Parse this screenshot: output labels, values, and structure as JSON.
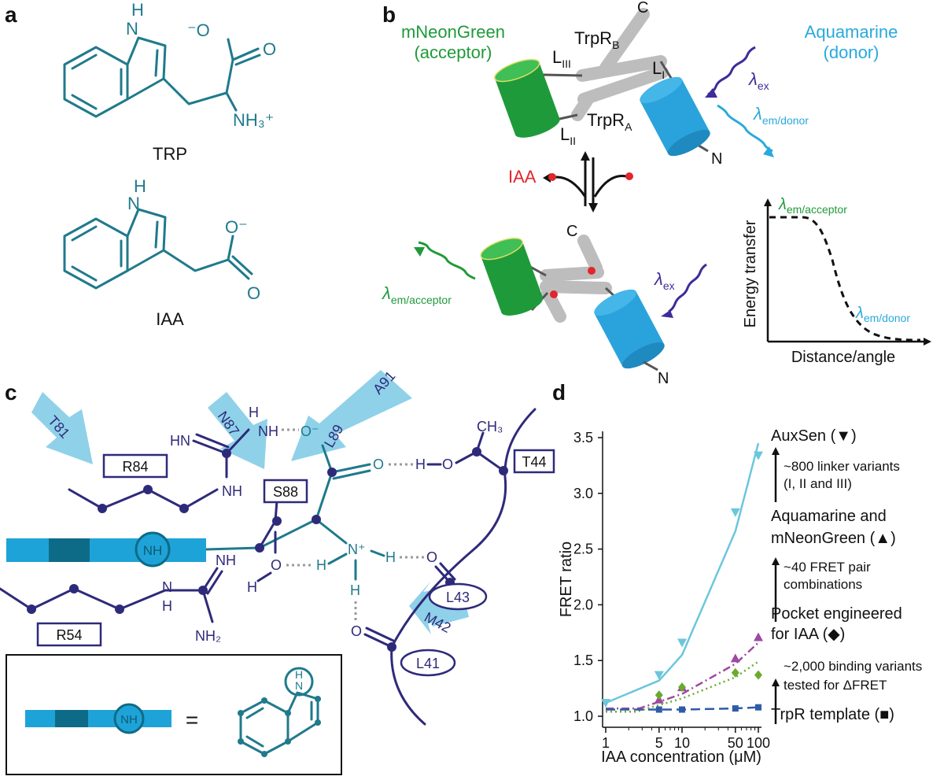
{
  "panels": {
    "a": "a",
    "b": "b",
    "c": "c",
    "d": "d"
  },
  "panel_a": {
    "trp_label": "TRP",
    "iaa_label": "IAA",
    "nh": "H\nN",
    "carboxylate_o_minus": "⁻O",
    "o": "O",
    "nh3": "NH₃⁺",
    "iaa_o_minus": "O⁻"
  },
  "panel_b": {
    "acceptor_name": "mNeonGreen",
    "acceptor_role": "(acceptor)",
    "donor_name": "Aquamarine",
    "donor_role": "(donor)",
    "trpr_b": "TrpR",
    "trpr_b_sub": "B",
    "trpr_a": "TrpR",
    "trpr_a_sub": "A",
    "l_i": "L",
    "l_i_sub": "I",
    "l_ii": "L",
    "l_ii_sub": "II",
    "l_iii": "L",
    "l_iii_sub": "III",
    "c_term": "C",
    "n_term": "N",
    "lambda_ex": "λ",
    "ex_sub": "ex",
    "em_donor_sub": "em/donor",
    "em_acceptor_sub": "em/acceptor",
    "iaa": "IAA",
    "graph_ylabel": "Energy transfer",
    "graph_xlabel": "Distance/angle",
    "colors": {
      "green": "#1f9a3a",
      "blue": "#29a9dd",
      "navy": "#2e2a7a",
      "red": "#e1262c"
    }
  },
  "panel_c": {
    "residues": [
      "T81",
      "N87",
      "A91",
      "L89",
      "R84",
      "S88",
      "T44",
      "R54",
      "L43",
      "M42",
      "L41"
    ],
    "atoms": {
      "hn": "HN",
      "h": "H",
      "nh": "NH",
      "o_minus": "O⁻",
      "o": "O",
      "ch3": "CH₃",
      "nh_plus": "N⁺",
      "nh2": "NH₂",
      "ring_nh": "NH",
      "inset_nh": "NH",
      "inset_hn": "H\nN",
      "equals": "="
    }
  },
  "panel_d": {
    "steps": [
      "AuxSen (▼)",
      "~800 linker variants",
      "(I, II and III)",
      "Aquamarine and",
      "mNeonGreen (▲)",
      "~40 FRET pair",
      "combinations",
      "Pocket engineered",
      "for IAA (◆)",
      "~2,000 binding variants",
      "tested for ΔFRET",
      "TrpR template (■)"
    ]
  },
  "chart_data": {
    "type": "scatter",
    "xlabel": "IAA concentration (μM)",
    "ylabel": "FRET ratio",
    "xscale": "log",
    "xlim": [
      1,
      100
    ],
    "ylim": [
      1.0,
      3.5
    ],
    "xticks": [
      1,
      5,
      10,
      50,
      100
    ],
    "yticks": [
      1.0,
      1.5,
      2.0,
      2.5,
      3.0,
      3.5
    ],
    "ytick_labels": [
      "1.0",
      "1.5",
      "2.0",
      "2.5",
      "3.0",
      "3.5"
    ],
    "series": [
      {
        "name": "AuxSen",
        "marker": "triangle-down",
        "color": "#6cc6dc",
        "line": "solid",
        "x": [
          1,
          5,
          10,
          50,
          100
        ],
        "y": [
          1.12,
          1.37,
          1.66,
          2.83,
          3.34
        ],
        "fit_y": [
          1.12,
          1.32,
          1.55,
          2.66,
          3.45
        ]
      },
      {
        "name": "Aquamarine and mNeonGreen",
        "marker": "triangle-up",
        "color": "#9e4aa0",
        "line": "dashdot",
        "x": [
          5,
          10,
          50,
          100
        ],
        "y": [
          1.15,
          1.26,
          1.52,
          1.71
        ],
        "fit_y": [
          1.13,
          1.2,
          1.47,
          1.66
        ]
      },
      {
        "name": "Pocket engineered for IAA",
        "marker": "diamond",
        "color": "#6aaa2e",
        "line": "dotted",
        "x": [
          5,
          10,
          50,
          100
        ],
        "y": [
          1.19,
          1.26,
          1.39,
          1.37
        ],
        "fit_y": [
          1.1,
          1.16,
          1.35,
          1.49
        ]
      },
      {
        "name": "TrpR template",
        "marker": "square",
        "color": "#2f5ba8",
        "line": "dashed",
        "x": [
          5,
          10,
          50,
          100
        ],
        "y": [
          1.06,
          1.06,
          1.07,
          1.08
        ],
        "fit_y": [
          1.06,
          1.06,
          1.07,
          1.08
        ]
      }
    ]
  }
}
